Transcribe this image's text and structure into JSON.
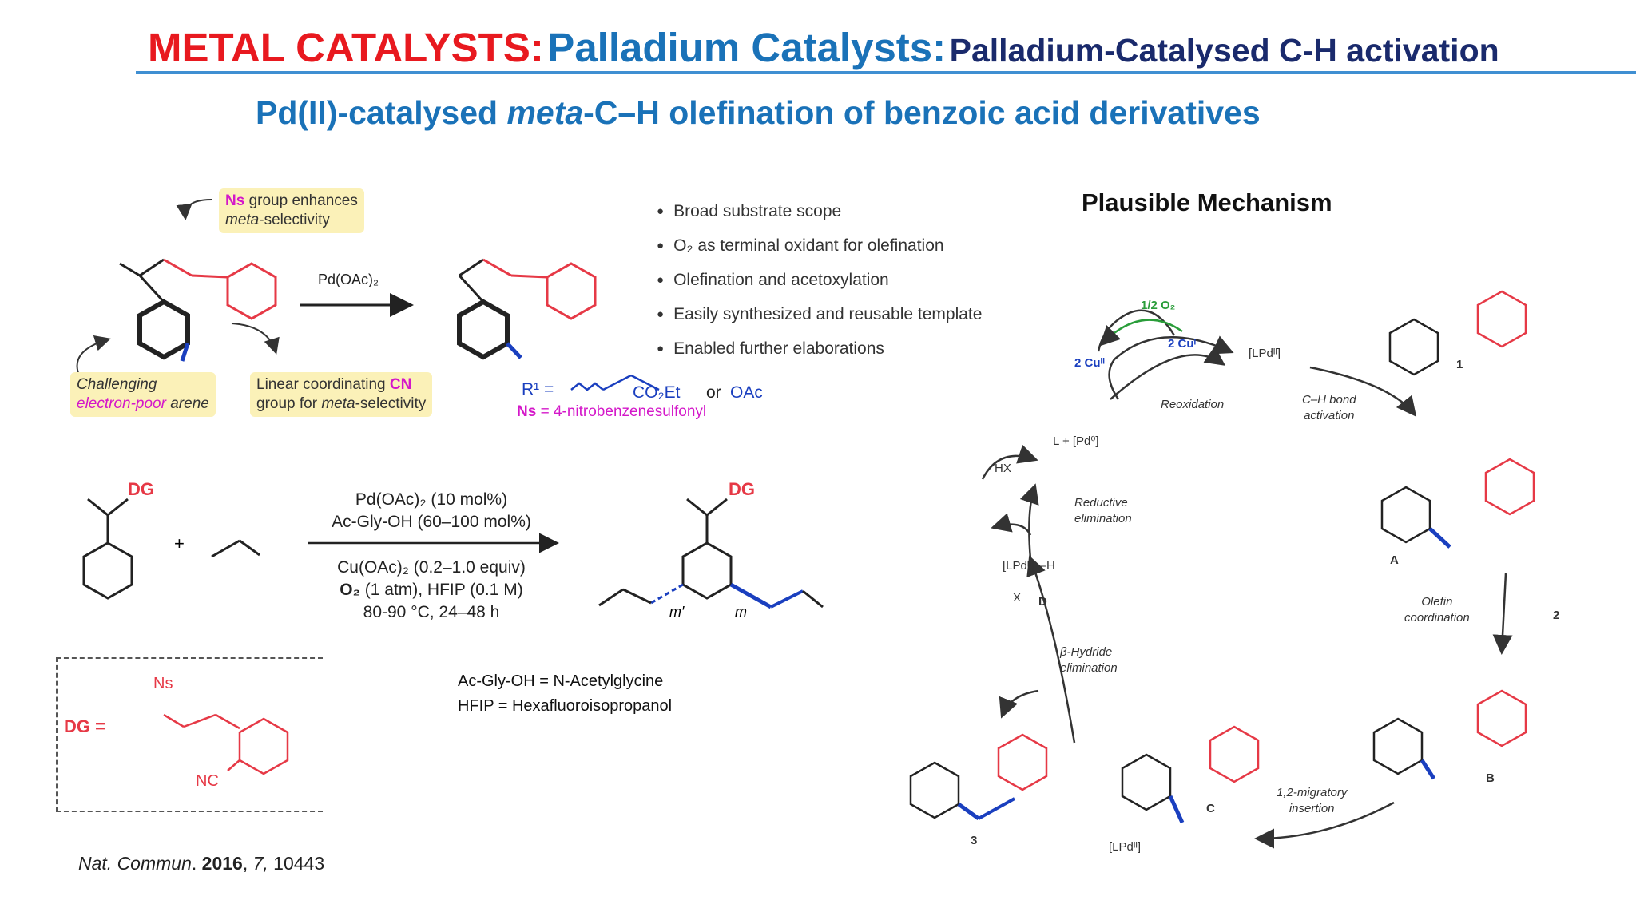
{
  "header": {
    "title_part1": "METAL CATALYSTS:",
    "title_part2": "Palladium Catalysts:",
    "title_part3": "Palladium-Catalysed C-H activation",
    "subtitle_before": "Pd(II)-catalysed ",
    "subtitle_italic": "meta",
    "subtitle_after": "-C–H olefination of benzoic acid derivatives"
  },
  "top_scheme": {
    "ns_note_1": "Ns",
    "ns_note_2": " group enhances",
    "ns_note_3": "meta",
    "ns_note_4": "-selectivity",
    "challenging_1": "Challenging",
    "challenging_2": "electron-poor",
    "challenging_3": " arene",
    "linear_1": "Linear coordinating ",
    "linear_2": "CN",
    "linear_3": "group for ",
    "linear_4": "meta",
    "linear_5": "-selectivity",
    "reagent": "Pd(OAc)₂",
    "r1_def": "R¹ =",
    "r1_ester": "CO₂Et",
    "r1_or": "or",
    "r1_oac": "OAc",
    "ns_def_1": "Ns",
    "ns_def_2": " = 4-nitrobenzenesulfonyl"
  },
  "bullets": [
    "Broad substrate scope",
    "O₂ as terminal oxidant for olefination",
    "Olefination and acetoxylation",
    "Easily synthesized and reusable template",
    "Enabled further elaborations"
  ],
  "general_scheme": {
    "dg": "DG",
    "plus": "+",
    "cond1": "Pd(OAc)₂ (10 mol%)",
    "cond2": "Ac-Gly-OH (60–100 mol%)",
    "cond3": "Cu(OAc)₂ (0.2–1.0 equiv)",
    "cond4_bold": "O₂",
    "cond4_rest": " (1 atm), HFIP (0.1 M)",
    "cond5": "80-90 °C, 24–48 h",
    "m_prime": "m′",
    "m": "m",
    "dg_eq": "DG =",
    "ns": "Ns",
    "nc": "NC"
  },
  "abbreviations": [
    "Ac-Gly-OH = N-Acetylglycine",
    "HFIP = Hexafluoroisopropanol"
  ],
  "citation": {
    "journal": "Nat. Commun",
    "year": "2016",
    "volume": "7,",
    "page": " 10443"
  },
  "mechanism": {
    "title": "Plausible Mechanism",
    "half_o2": "1/2 O₂",
    "cu2": "2 Cuᴵᴵ",
    "cu1": "2 Cuᴵ",
    "lpd2": "[LPdᴵᴵ]",
    "reox": "Reoxidation",
    "ch_act_1": "C–H bond",
    "ch_act_2": "activation",
    "l_pd0": "L + [Pd⁰]",
    "hx": "HX",
    "red_elim_1": "Reductive",
    "red_elim_2": "elimination",
    "pd_h": "[LPdᴵᴵ]—H",
    "x": "X",
    "label_d": "D",
    "label_1": "1",
    "label_a": "A",
    "label_b": "B",
    "label_c": "C",
    "label_2": "2",
    "label_3": "3",
    "olefin_1": "Olefin",
    "olefin_2": "coordination",
    "beta_1": "β-Hydride",
    "beta_2": "elimination",
    "migr_1": "1,2-migratory",
    "migr_2": "insertion"
  },
  "colors": {
    "red": "#e8191f",
    "blue": "#1a72b8",
    "navy": "#1a2a6c",
    "chem_red": "#e63946",
    "magenta": "#d417c9",
    "green": "#2a9d3a"
  }
}
